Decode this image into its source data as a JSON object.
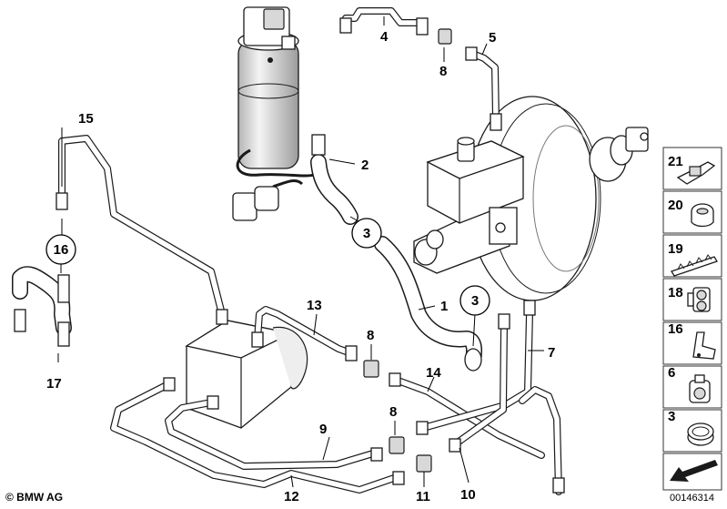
{
  "callouts": [
    "1",
    "2",
    "3",
    "3",
    "4",
    "5",
    "7",
    "8",
    "8",
    "8",
    "9",
    "10",
    "11",
    "12",
    "13",
    "14",
    "15",
    "16",
    "17"
  ],
  "side_panel": {
    "items": [
      {
        "num": "21",
        "icon": "clip-icon"
      },
      {
        "num": "20",
        "icon": "grommet-icon"
      },
      {
        "num": "19",
        "icon": "holder-strip-icon"
      },
      {
        "num": "18",
        "icon": "double-clip-icon"
      },
      {
        "num": "16",
        "icon": "bracket-icon"
      },
      {
        "num": "6",
        "icon": "pipe-clip-icon"
      },
      {
        "num": "3",
        "icon": "hose-clamp-icon"
      }
    ]
  },
  "footer": {
    "brand": "© BMW AG",
    "diagram_code": "00146314"
  }
}
